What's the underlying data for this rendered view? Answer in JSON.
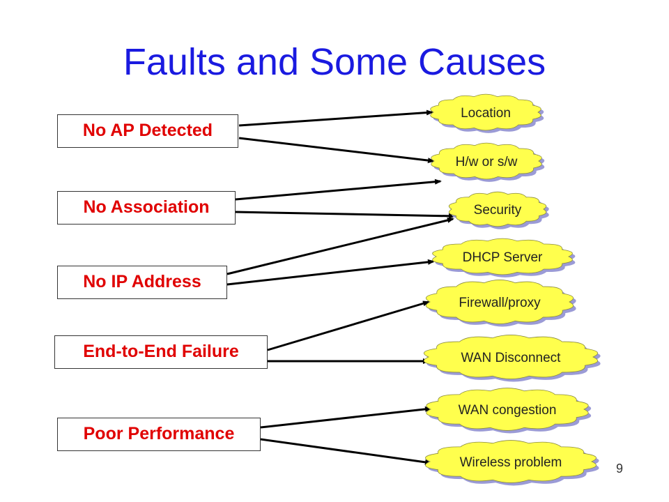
{
  "title": "Faults and Some Causes",
  "faults": [
    {
      "label": "No AP Detected"
    },
    {
      "label": "No Association"
    },
    {
      "label": "No IP Address"
    },
    {
      "label": "End-to-End Failure"
    },
    {
      "label": "Poor Performance"
    }
  ],
  "causes": [
    {
      "label": "Location"
    },
    {
      "label": "H/w or s/w"
    },
    {
      "label": "Security"
    },
    {
      "label": "DHCP Server"
    },
    {
      "label": "Firewall/proxy"
    },
    {
      "label": "WAN Disconnect"
    },
    {
      "label": "WAN congestion"
    },
    {
      "label": "Wireless problem"
    }
  ],
  "links": [
    {
      "from": 0,
      "to": 0
    },
    {
      "from": 0,
      "to": 1
    },
    {
      "from": 1,
      "to": 1
    },
    {
      "from": 1,
      "to": 2
    },
    {
      "from": 2,
      "to": 2
    },
    {
      "from": 2,
      "to": 3
    },
    {
      "from": 3,
      "to": 4
    },
    {
      "from": 3,
      "to": 5
    },
    {
      "from": 4,
      "to": 6
    },
    {
      "from": 4,
      "to": 7
    }
  ],
  "colors": {
    "title": "#1a1ae0",
    "fault_text": "#e00000",
    "cloud_fill": "#ffff4d",
    "cloud_shadow": "#9b9bd6",
    "arrow": "#000000"
  },
  "page_number": "9"
}
